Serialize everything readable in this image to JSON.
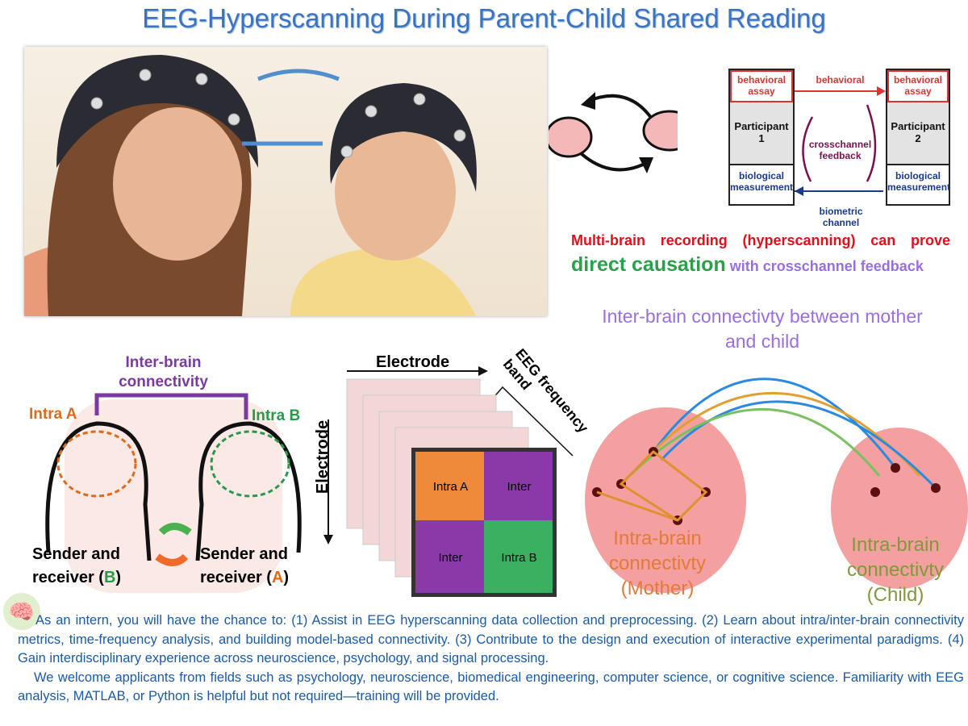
{
  "title": "EEG-Hyperscanning During Parent-Child Shared Reading",
  "diagram": {
    "behavioral_assay_1": "behavioral assay",
    "behavioral_assay_2": "behavioral assay",
    "behavioral": "behavioral",
    "participant_1": "Participant 1",
    "participant_2": "Participant 2",
    "crosschannel": "crosschannel feedback",
    "bio_1": "biological measurement",
    "bio_2": "biological measurement",
    "biometric": "biometric channel"
  },
  "claim": {
    "part1": "Multi-brain recording (hyperscanning) can prove",
    "part2": "direct causation",
    "part3": "with crosschannel feedback"
  },
  "left_fig": {
    "inter": "Inter-brain connectivity",
    "intra_a": "Intra A",
    "intra_b": "Intra B",
    "sender_b_pre": "Sender and receiver (",
    "sender_b_letter": "B",
    "sender_a_pre": "Sender and receiver (",
    "sender_a_letter": "A",
    "close": ")"
  },
  "matrix": {
    "electrode_x": "Electrode",
    "electrode_y": "Electrode",
    "band": "EEG frequency band",
    "intra_a": "Intra A",
    "inter1": "Inter",
    "inter2": "Inter",
    "intra_b": "Intra B"
  },
  "brains": {
    "title": "Inter-brain connectivty between mother and child",
    "mother": "Intra-brain connectivty (Mother)",
    "child": "Intra-brain connectivty (Child)"
  },
  "paragraph": {
    "p1": "As an intern, you will have the chance to: (1) Assist in EEG hyperscanning data collection and preprocessing. (2) Learn about intra/inter-brain connectivity metrics, time-frequency analysis, and building model-based connectivity. (3) Contribute to the design and execution of interactive experimental paradigms. (4) Gain interdisciplinary experience across neuroscience, psychology, and signal processing.",
    "p2": "We welcome applicants from fields such as psychology, neuroscience, biomedical engineering, computer science, or cognitive science. Familiarity with EEG analysis, MATLAB, or Python is helpful but not required—training will be provided."
  }
}
